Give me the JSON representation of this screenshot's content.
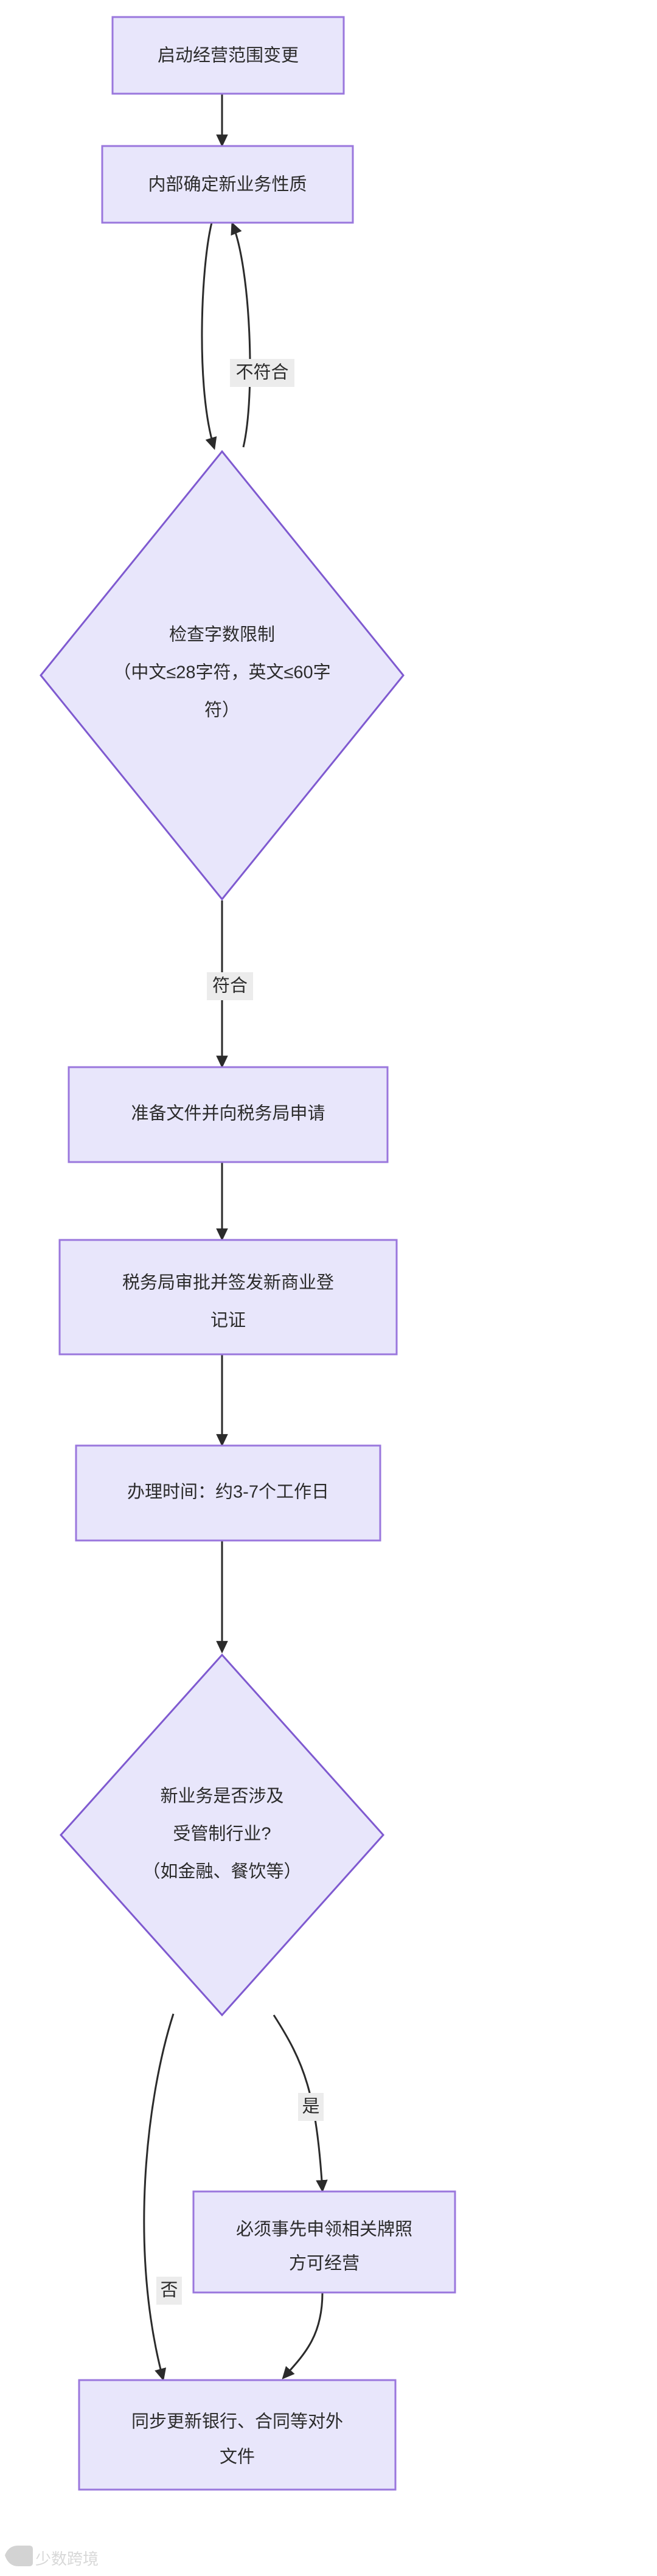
{
  "diagram": {
    "type": "flowchart",
    "orientation": "top-to-bottom",
    "theme": {
      "node_fill": "#e8e6fb",
      "node_border": "#9a77dd",
      "diamond_border": "#7f5ad0",
      "edge_color": "#2b2b2b",
      "edge_label_bg": "#ececec",
      "text_color": "#2b2b2b",
      "background": "#ffffff"
    },
    "nodes": [
      {
        "id": "n1",
        "shape": "rect",
        "lines": [
          "启动经营范围变更"
        ]
      },
      {
        "id": "n2",
        "shape": "rect",
        "lines": [
          "内部确定新业务性质"
        ]
      },
      {
        "id": "n3",
        "shape": "diamond",
        "lines": [
          "检查字数限制",
          "（中文≤28字符，英文≤60字",
          "符）"
        ]
      },
      {
        "id": "n4",
        "shape": "rect",
        "lines": [
          "准备文件并向税务局申请"
        ]
      },
      {
        "id": "n5",
        "shape": "rect",
        "lines": [
          "税务局审批并签发新商业登",
          "记证"
        ]
      },
      {
        "id": "n6",
        "shape": "rect",
        "lines": [
          "办理时间：约3-7个工作日"
        ]
      },
      {
        "id": "n7",
        "shape": "diamond",
        "lines": [
          "新业务是否涉及",
          "受管制行业?",
          "（如金融、餐饮等）"
        ]
      },
      {
        "id": "n8",
        "shape": "rect",
        "lines": [
          "必须事先申领相关牌照",
          "方可经营"
        ]
      },
      {
        "id": "n9",
        "shape": "rect",
        "lines": [
          "同步更新银行、合同等对外",
          "文件"
        ]
      }
    ],
    "edges": [
      {
        "id": "e1",
        "from": "n1",
        "to": "n2",
        "label": ""
      },
      {
        "id": "e2",
        "from": "n2",
        "to": "n3",
        "label": ""
      },
      {
        "id": "e3",
        "from": "n3",
        "to": "n2",
        "label": "不符合"
      },
      {
        "id": "e4",
        "from": "n3",
        "to": "n4",
        "label": "符合"
      },
      {
        "id": "e5",
        "from": "n4",
        "to": "n5",
        "label": ""
      },
      {
        "id": "e6",
        "from": "n5",
        "to": "n6",
        "label": ""
      },
      {
        "id": "e7",
        "from": "n6",
        "to": "n7",
        "label": ""
      },
      {
        "id": "e8",
        "from": "n7",
        "to": "n8",
        "label": "是"
      },
      {
        "id": "e9",
        "from": "n7",
        "to": "n9",
        "label": "否"
      },
      {
        "id": "e10",
        "from": "n8",
        "to": "n9",
        "label": ""
      }
    ]
  },
  "watermark": {
    "text": "少数跨境"
  }
}
